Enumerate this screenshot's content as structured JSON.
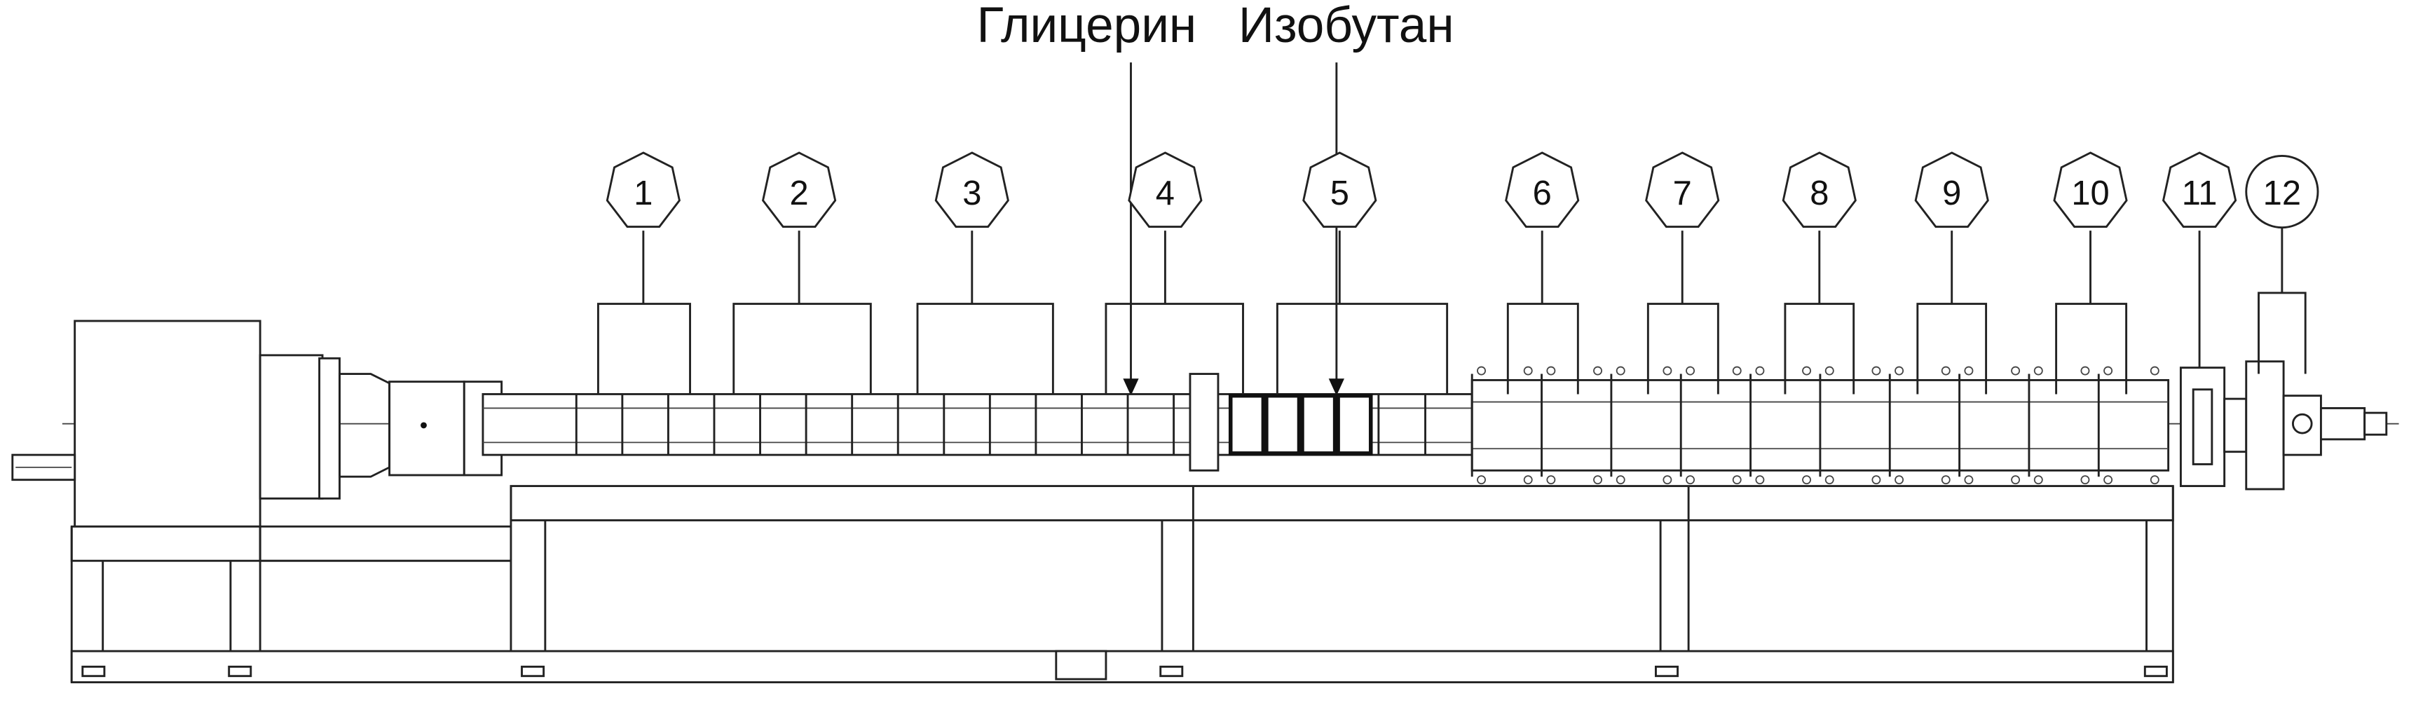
{
  "inputs": {
    "glycerin": "Глицерин",
    "isobutane": "Изобутан"
  },
  "zones": [
    {
      "label": "1",
      "marker": "heptagon"
    },
    {
      "label": "2",
      "marker": "heptagon"
    },
    {
      "label": "3",
      "marker": "heptagon"
    },
    {
      "label": "4",
      "marker": "heptagon"
    },
    {
      "label": "5",
      "marker": "heptagon"
    },
    {
      "label": "6",
      "marker": "heptagon"
    },
    {
      "label": "7",
      "marker": "heptagon"
    },
    {
      "label": "8",
      "marker": "heptagon"
    },
    {
      "label": "9",
      "marker": "heptagon"
    },
    {
      "label": "10",
      "marker": "heptagon"
    },
    {
      "label": "11",
      "marker": "heptagon"
    },
    {
      "label": "12",
      "marker": "circle"
    }
  ]
}
